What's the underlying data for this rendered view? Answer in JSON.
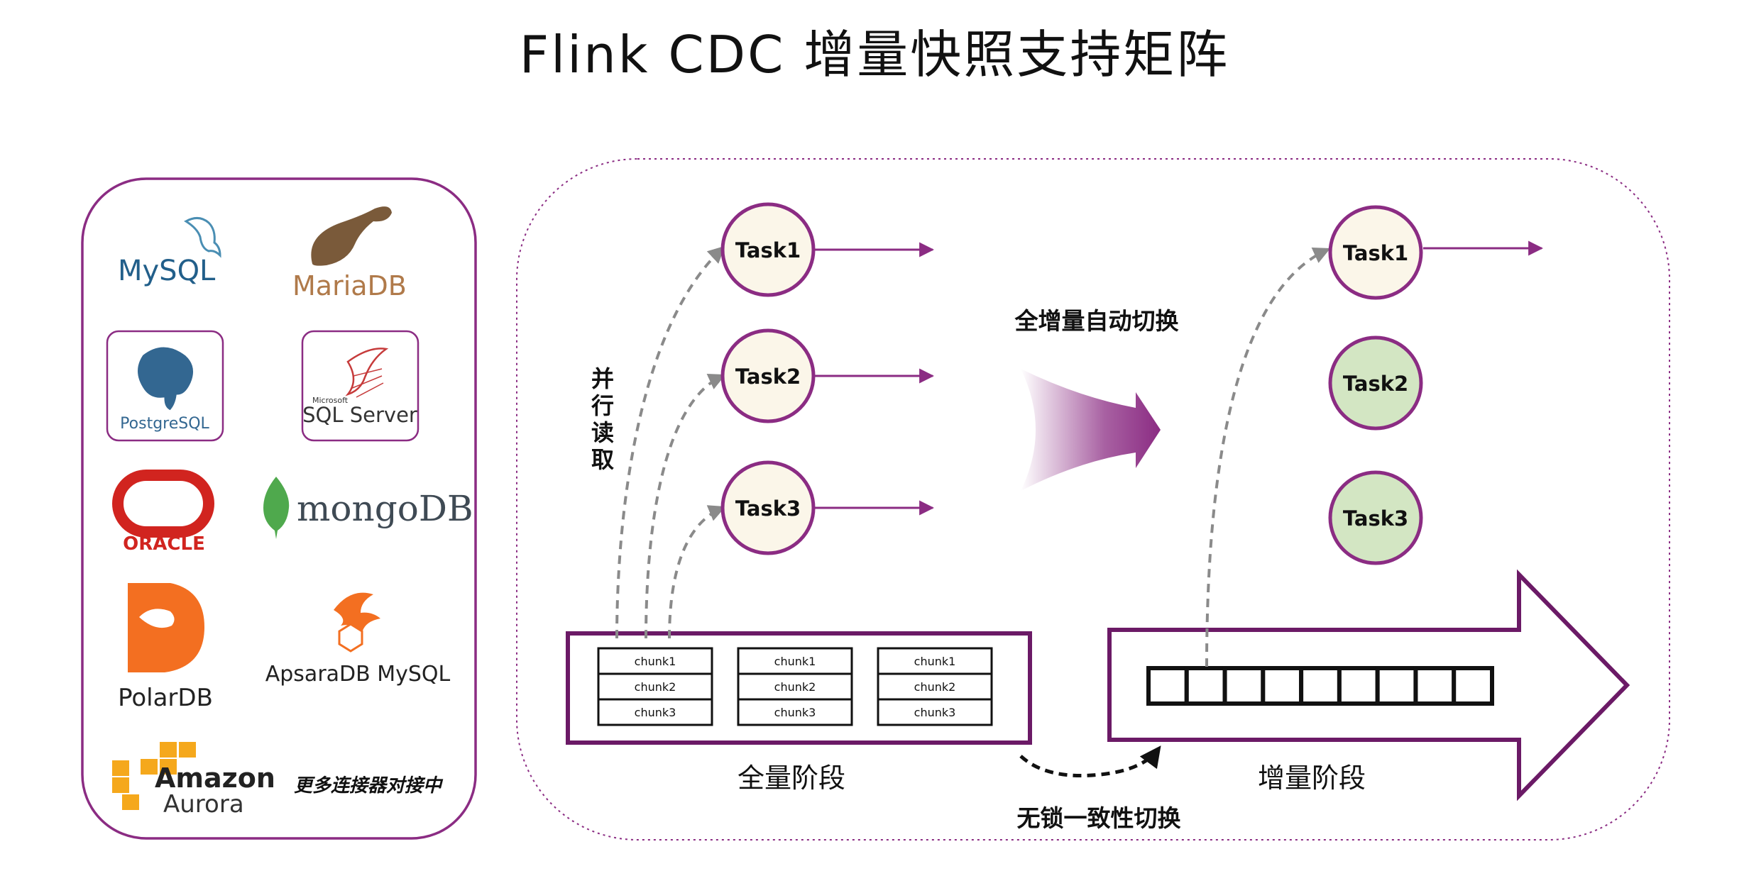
{
  "title": "Flink CDC 增量快照支持矩阵",
  "connectors": {
    "mysql": "MySQL",
    "mariadb": "MariaDB",
    "postgresql": "PostgreSQL",
    "sqlserver_vendor": "Microsoft",
    "sqlserver": "SQL Server",
    "oracle": "ORACLE",
    "mongodb": "mongoDB",
    "polardb": "PolarDB",
    "apsaradb": "ApsaraDB MySQL",
    "amazon": "Amazon",
    "aurora": "Aurora",
    "more": "更多连接器对接中"
  },
  "parallel_read": "并行读取",
  "full_phase": {
    "label": "全量阶段",
    "tasks": [
      "Task1",
      "Task2",
      "Task3"
    ],
    "chunk_groups": [
      [
        "chunk1",
        "chunk2",
        "chunk3"
      ],
      [
        "chunk1",
        "chunk2",
        "chunk3"
      ],
      [
        "chunk1",
        "chunk2",
        "chunk3"
      ]
    ]
  },
  "switch_label": "全增量自动切换",
  "lockfree_label": "无锁一致性切换",
  "incremental_phase": {
    "label": "增量阶段",
    "tasks": [
      {
        "name": "Task1",
        "state": "active"
      },
      {
        "name": "Task2",
        "state": "idle"
      },
      {
        "name": "Task3",
        "state": "idle"
      }
    ],
    "queue_slots": 9
  },
  "colors": {
    "purple": "#8b2c83",
    "dark_purple": "#6b1a66",
    "task_fill": "#fbf6e9",
    "task_idle_fill": "#d3e6c3",
    "dashed": "#8a8a8a",
    "text": "#111111"
  }
}
